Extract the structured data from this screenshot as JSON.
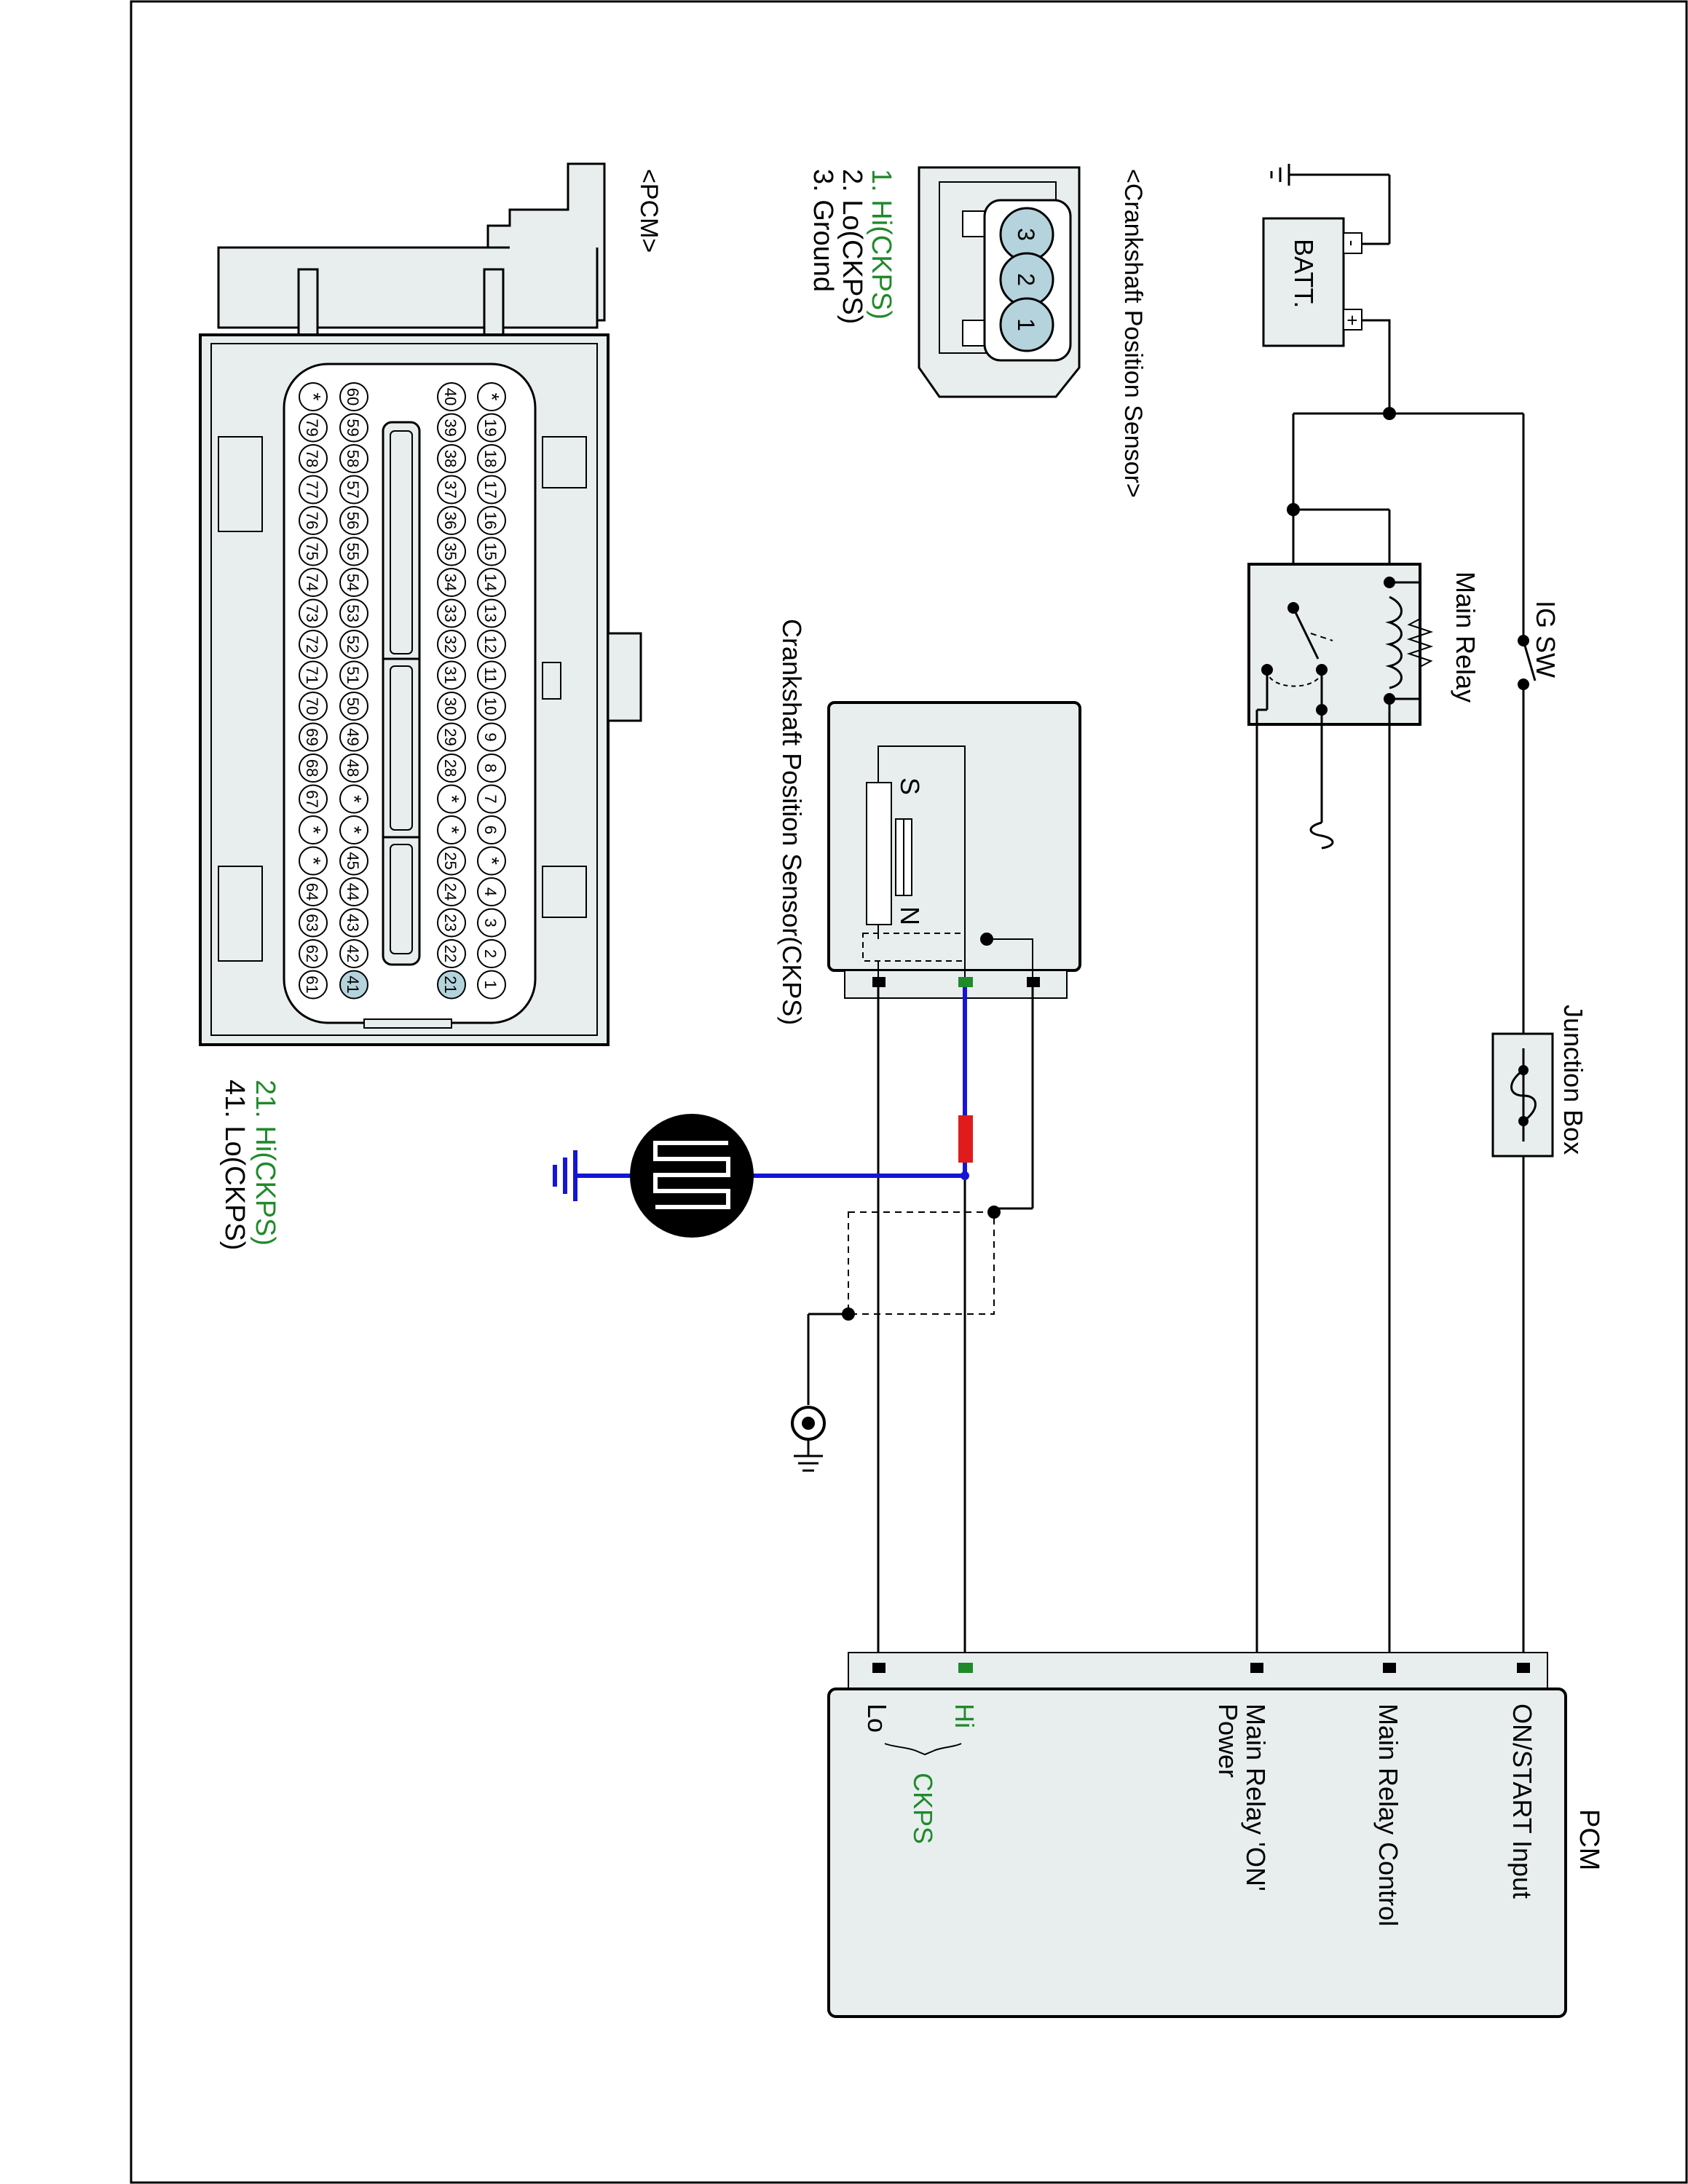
{
  "colors": {
    "frame": "#000000",
    "housing": "#e8eeee",
    "pin_highlight": "#b5d3dc",
    "hi_text": "#1f8a2a",
    "hi_wire": "#1515d6",
    "splice": "#e01b1b",
    "ground_symbol_wire": "#1515d6"
  },
  "ckps_connector": {
    "title": "<Crankshaft Position Sensor>",
    "pins": [
      "3",
      "2",
      "1"
    ],
    "legend": [
      "1. Hi(CKPS)",
      "2. Lo(CKPS)",
      "3. Ground"
    ]
  },
  "pcm_connector": {
    "title": "<PCM>",
    "row_top": [
      "*",
      "19",
      "18",
      "17",
      "16",
      "15",
      "14",
      "13",
      "12",
      "11",
      "10",
      "9",
      "8",
      "7",
      "6",
      "*",
      "4",
      "3",
      "2",
      "1"
    ],
    "row_second": [
      "40",
      "39",
      "38",
      "37",
      "36",
      "35",
      "34",
      "33",
      "32",
      "31",
      "30",
      "29",
      "28",
      "*",
      "*",
      "25",
      "24",
      "23",
      "22",
      "21"
    ],
    "row_third": [
      "60",
      "59",
      "58",
      "57",
      "56",
      "55",
      "54",
      "53",
      "52",
      "51",
      "50",
      "49",
      "48",
      "*",
      "*",
      "45",
      "44",
      "43",
      "42",
      "41"
    ],
    "row_bottom": [
      "*",
      "79",
      "78",
      "77",
      "76",
      "75",
      "74",
      "73",
      "72",
      "71",
      "70",
      "69",
      "68",
      "67",
      "*",
      "*",
      "64",
      "63",
      "62",
      "61"
    ],
    "highlighted_pins": [
      "21",
      "41"
    ],
    "legend": [
      "21. Hi(CKPS)",
      "41. Lo(CKPS)"
    ]
  },
  "schematic": {
    "battery": "BATT.",
    "battery_minus": "-",
    "battery_plus": "+",
    "ig_sw": "IG SW",
    "main_relay": "Main Relay",
    "junction_box": "Junction Box",
    "sensor_title": "Crankshaft Position Sensor(CKPS)",
    "sensor_s": "S",
    "sensor_n": "N",
    "pcm_title": "PCM",
    "pcm_pins": [
      "ON/START Input",
      "Main Relay Control",
      "Main Relay 'ON'",
      "Power"
    ],
    "pcm_hi": "Hi",
    "pcm_lo": "Lo",
    "pcm_group": "CKPS"
  }
}
